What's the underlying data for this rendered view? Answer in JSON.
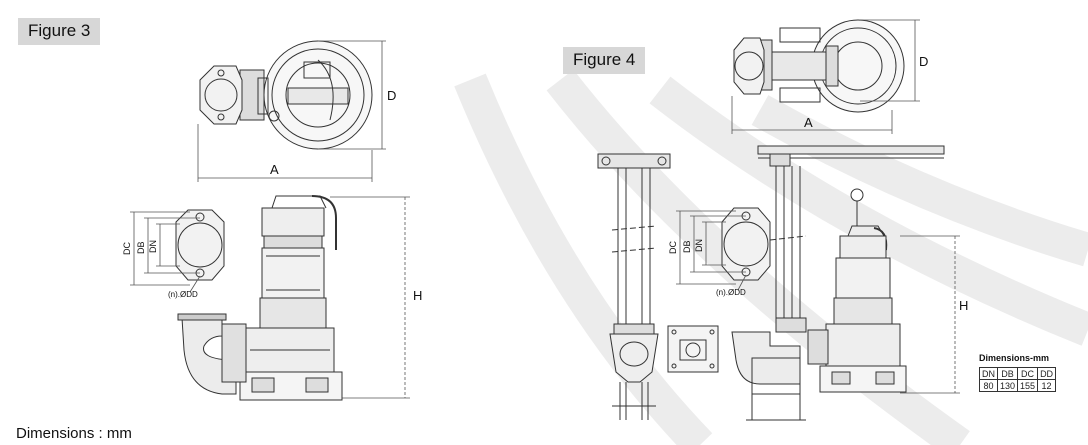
{
  "figure3": {
    "label": "Figure 3",
    "dim_A": "A",
    "dim_D": "D",
    "dim_H": "H",
    "dim_DC": "DC",
    "dim_DB": "DB",
    "dim_DN": "DN",
    "bolt_label": "(n).ØDD"
  },
  "figure4": {
    "label": "Figure 4",
    "dim_A": "A",
    "dim_D": "D",
    "dim_H": "H",
    "dim_DC": "DC",
    "dim_DB": "DB",
    "dim_DN": "DN",
    "bolt_label": "(n).ØDD"
  },
  "table": {
    "title": "Dimensions-mm",
    "headers": [
      "DN",
      "DB",
      "DC",
      "DD"
    ],
    "rows": [
      [
        "80",
        "130",
        "155",
        "12"
      ]
    ]
  },
  "caption": "Dimensions : mm"
}
